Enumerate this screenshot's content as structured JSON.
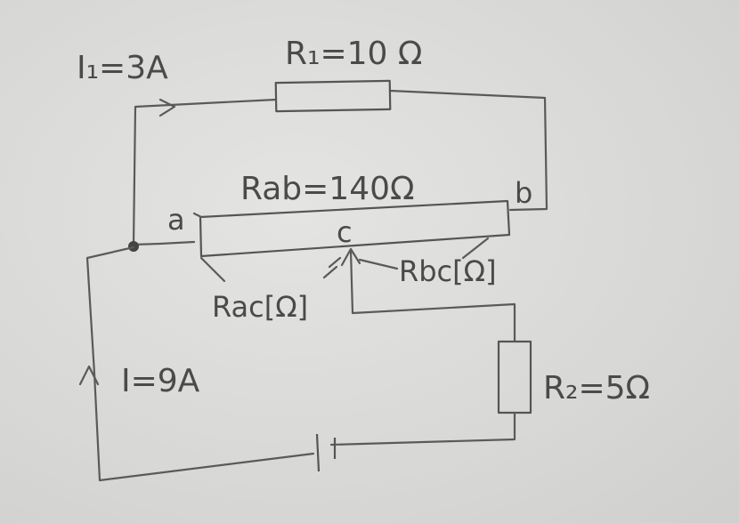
{
  "labels": {
    "i1": "I₁=3A",
    "r1": "R₁=10 Ω",
    "rab": "Rab=140Ω",
    "node_a": "a",
    "node_b": "b",
    "node_c": "c",
    "rac": "Rac[Ω]",
    "rbc": "Rbc[Ω]",
    "i_total": "I=9A",
    "r2": "R₂=5Ω"
  },
  "colors": {
    "paper": "#d9d9d7",
    "pencil": "#555555"
  }
}
